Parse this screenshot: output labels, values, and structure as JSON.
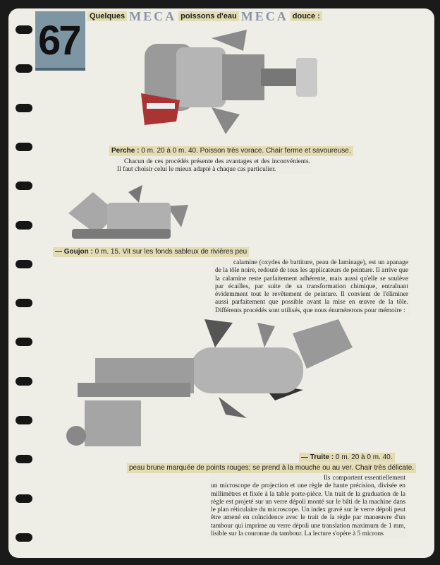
{
  "page_number": "67",
  "title": {
    "part1": "Quelques",
    "stamp1": "MECA",
    "part2": "poissons d'eau",
    "stamp2": "MECA",
    "part3": "douce :"
  },
  "perche": {
    "name": "Perche :",
    "desc": "0 m. 20 à 0 m. 40. Poisson très vorace. Chair ferme et savoureuse."
  },
  "paragraph1": "Chacun de ces procédés présente des avantages et des inconvénients. Il faut choisir celui le mieux adapté à chaque cas particulier.",
  "goujon": {
    "name": "— Goujon :",
    "desc": "0 m. 15. Vit sur les fonds sableux de rivières peu"
  },
  "paragraph2": "calamine (oxydes de battiture, peau de laminage), est un apanage de la tôle noire, redouté de tous les applicateurs de peinture. Il arrive que la calamine reste parfaitement adhérente, mais aussi qu'elle se soulève par écailles, par suite de sa transformation chimique, entraînant évidemment tout le revêtement de peinture. Il convient de l'éliminer aussi parfaitement que possible avant la mise en œuvre de la tôle. Différents procédés sont utilisés, que nous énumérerons pour mémoire :",
  "truite": {
    "name": "— Truite :",
    "desc": "0 m. 20 à 0 m. 40.",
    "desc2": "peau brune marquée de points rouges; se prend à la mouche ou au ver. Chair très délicate."
  },
  "paragraph3": "Ils comportent essentiellement un microscope de projection et une règle de haute précision, divisée en millimètres et fixée à la table porte-pièce. Un trait de la graduation de la règle est projeté sur un verre dépoli monté sur le bâti de la machine dans le plan réticulaire du microscope. Un index gravé sur le verre dépoli peut être amené en coïncidence avec le trait de la règle par manœuvre d'un tambour qui imprime au verre dépoli une translation maximum de 1 mm, lisible sur la couronne du tambour. La lecture s'opère à 5 microns"
}
